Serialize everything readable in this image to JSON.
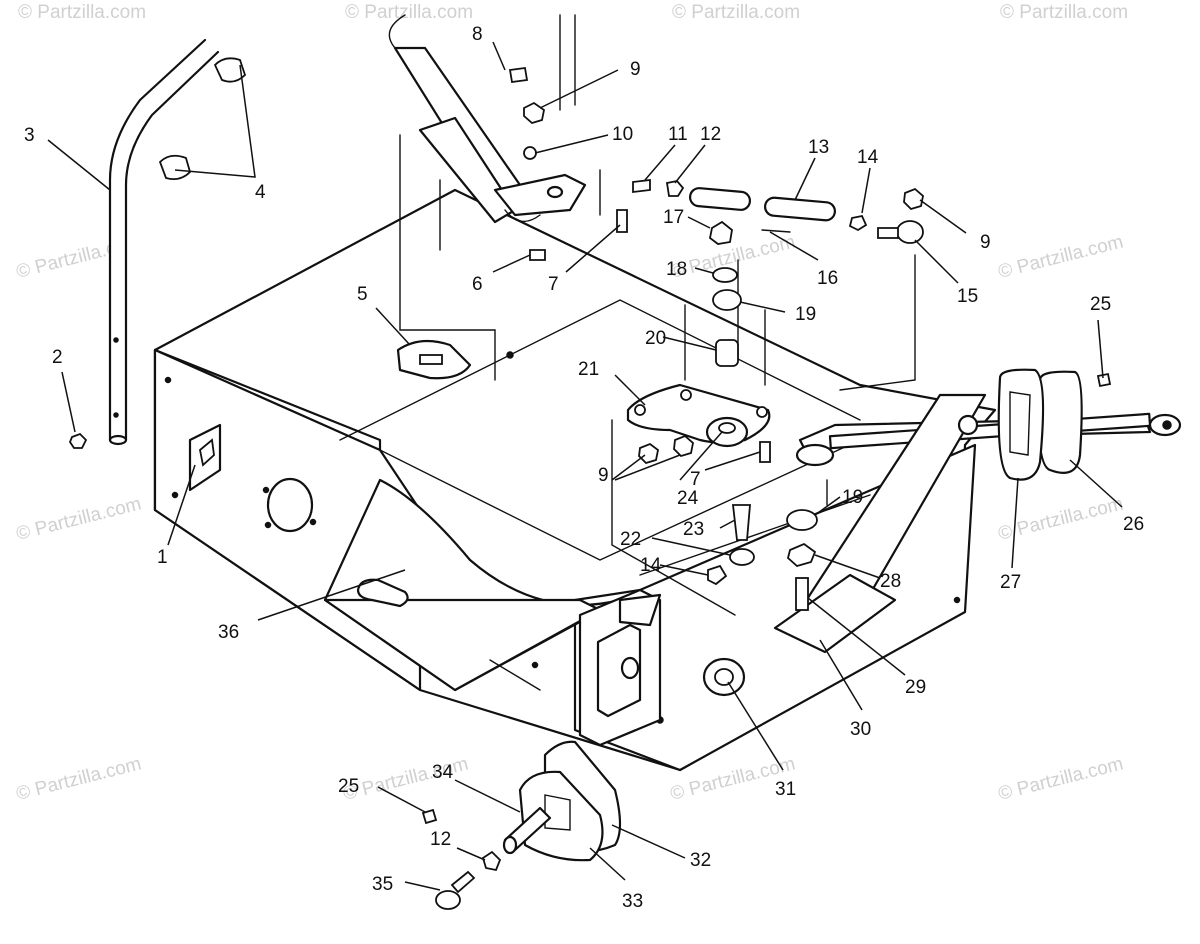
{
  "watermark": {
    "text": "© Partzilla.com",
    "color": "#cfcfcf"
  },
  "diagram": {
    "line_color": "#111111",
    "background": "#ffffff",
    "callouts": [
      {
        "id": "c1",
        "label": "1"
      },
      {
        "id": "c2",
        "label": "2"
      },
      {
        "id": "c3",
        "label": "3"
      },
      {
        "id": "c4",
        "label": "4"
      },
      {
        "id": "c5",
        "label": "5"
      },
      {
        "id": "c6",
        "label": "6"
      },
      {
        "id": "c7a",
        "label": "7"
      },
      {
        "id": "c7b",
        "label": "7"
      },
      {
        "id": "c8",
        "label": "8"
      },
      {
        "id": "c9a",
        "label": "9"
      },
      {
        "id": "c9b",
        "label": "9"
      },
      {
        "id": "c9c",
        "label": "9"
      },
      {
        "id": "c10",
        "label": "10"
      },
      {
        "id": "c11",
        "label": "11"
      },
      {
        "id": "c12a",
        "label": "12"
      },
      {
        "id": "c12b",
        "label": "12"
      },
      {
        "id": "c13",
        "label": "13"
      },
      {
        "id": "c14a",
        "label": "14"
      },
      {
        "id": "c14b",
        "label": "14"
      },
      {
        "id": "c15",
        "label": "15"
      },
      {
        "id": "c16",
        "label": "16"
      },
      {
        "id": "c17",
        "label": "17"
      },
      {
        "id": "c18",
        "label": "18"
      },
      {
        "id": "c19a",
        "label": "19"
      },
      {
        "id": "c19b",
        "label": "19"
      },
      {
        "id": "c20",
        "label": "20"
      },
      {
        "id": "c21",
        "label": "21"
      },
      {
        "id": "c22",
        "label": "22"
      },
      {
        "id": "c23",
        "label": "23"
      },
      {
        "id": "c24",
        "label": "24"
      },
      {
        "id": "c25a",
        "label": "25"
      },
      {
        "id": "c25b",
        "label": "25"
      },
      {
        "id": "c26",
        "label": "26"
      },
      {
        "id": "c27",
        "label": "27"
      },
      {
        "id": "c28",
        "label": "28"
      },
      {
        "id": "c29",
        "label": "29"
      },
      {
        "id": "c30",
        "label": "30"
      },
      {
        "id": "c31",
        "label": "31"
      },
      {
        "id": "c32",
        "label": "32"
      },
      {
        "id": "c33",
        "label": "33"
      },
      {
        "id": "c34",
        "label": "34"
      },
      {
        "id": "c35",
        "label": "35"
      },
      {
        "id": "c36",
        "label": "36"
      }
    ]
  }
}
